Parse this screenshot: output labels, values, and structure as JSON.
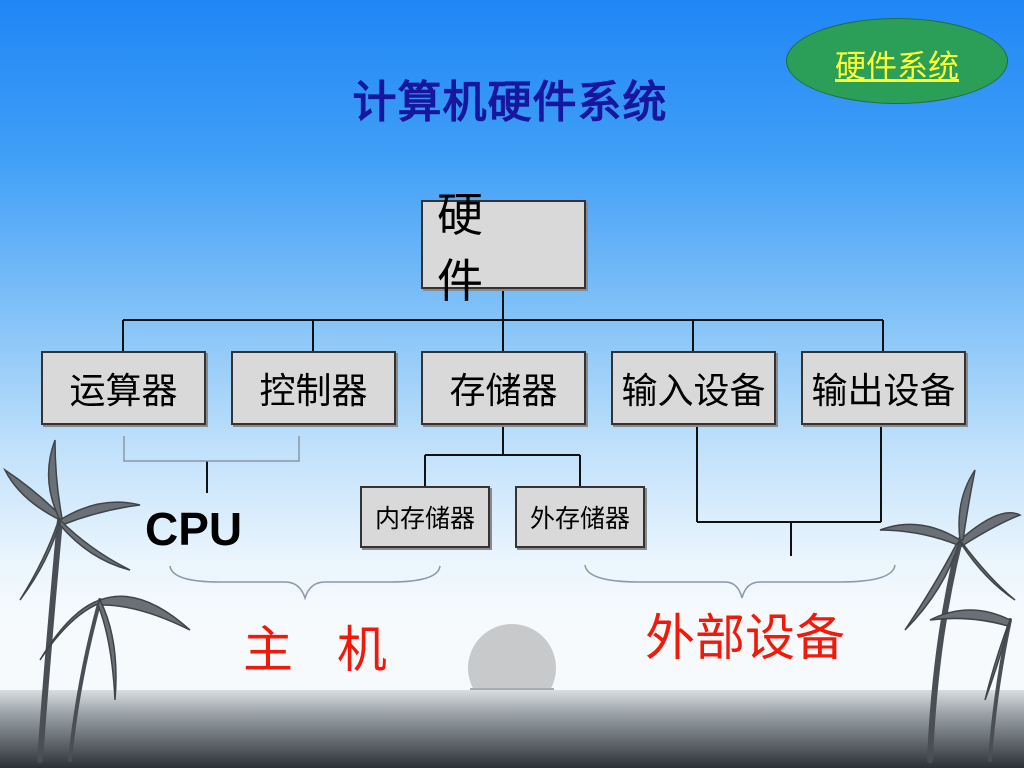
{
  "title": "计算机硬件系统",
  "badge": {
    "label": "硬件系统"
  },
  "tree": {
    "root": "硬  件",
    "level1": [
      "运算器",
      "控制器",
      "存储器",
      "输入设备",
      "输出设备"
    ],
    "storage_children": [
      "内存储器",
      "外存储器"
    ]
  },
  "groups": {
    "cpu": "CPU",
    "host": "主 机",
    "peripherals": "外部设备"
  },
  "colors": {
    "title": "#17169e",
    "badge_bg": "#2b9e57",
    "badge_text": "#ffff33",
    "group_label": "#f01a0a",
    "box_fill": "#d9d9d9"
  }
}
